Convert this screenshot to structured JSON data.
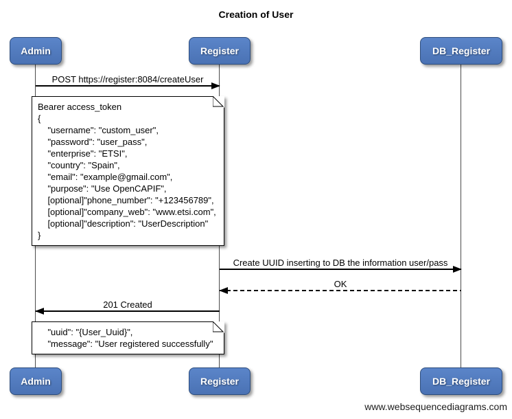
{
  "title": "Creation of User",
  "footer": "www.websequencediagrams.com",
  "colors": {
    "actor_fill_top": "#5b85c9",
    "actor_fill_bottom": "#4a72b4",
    "actor_border": "#2c4c7c",
    "actor_text": "#ffffff",
    "lifeline": "#4a4a4a",
    "message_line": "#000000",
    "note_bg": "#ffffff",
    "note_border": "#000000",
    "background": "#ffffff"
  },
  "actors": [
    {
      "label": "Admin"
    },
    {
      "label": "Register"
    },
    {
      "label": "DB_Register"
    }
  ],
  "messages": [
    {
      "label": "POST https://register:8084/createUser",
      "from": "Admin",
      "to": "Register",
      "line": "solid"
    },
    {
      "label": "Create UUID inserting to DB the information user/pass",
      "from": "Register",
      "to": "DB_Register",
      "line": "solid"
    },
    {
      "label": "OK",
      "from": "DB_Register",
      "to": "Register",
      "line": "dashed"
    },
    {
      "label": "201 Created",
      "from": "Register",
      "to": "Admin",
      "line": "solid"
    }
  ],
  "notes": [
    {
      "over": "Admin,Register",
      "lines": [
        "Bearer access_token",
        "{",
        "    \"username\": \"custom_user\",",
        "    \"password\": \"user_pass\",",
        "    \"enterprise\": \"ETSI\",",
        "    \"country\": \"Spain\",",
        "    \"email\": \"example@gmail.com\",",
        "    \"purpose\": \"Use OpenCAPIF\",",
        "    [optional]\"phone_number\": \"+123456789\",",
        "    [optional]\"company_web\": \"www.etsi.com\",",
        "    [optional]\"description\": \"UserDescription\"",
        "}"
      ]
    },
    {
      "over": "Admin,Register",
      "lines": [
        "    \"uuid\": \"{User_Uuid}\",",
        "    \"message\": \"User registered successfully\""
      ]
    }
  ]
}
